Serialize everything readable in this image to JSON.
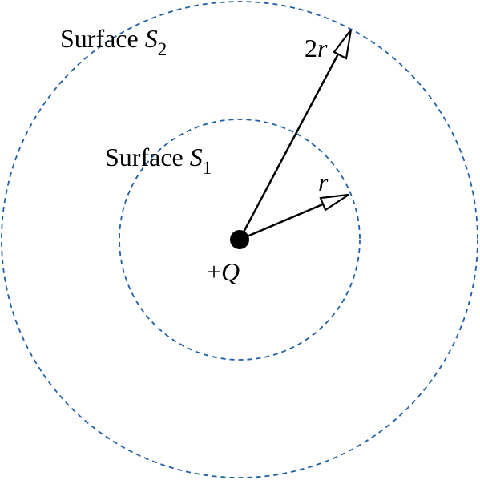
{
  "diagram": {
    "surface_word": "Surface",
    "surface_outer": {
      "symbol": "S",
      "subscript": "2"
    },
    "surface_inner": {
      "symbol": "S",
      "subscript": "1"
    },
    "charge": {
      "sign": "+",
      "symbol": "Q"
    },
    "radius_inner_label": "r",
    "radius_outer": {
      "factor": "2",
      "symbol": "r"
    }
  },
  "colors": {
    "surface_stroke": "#1f5fa8",
    "ink": "#000000"
  }
}
